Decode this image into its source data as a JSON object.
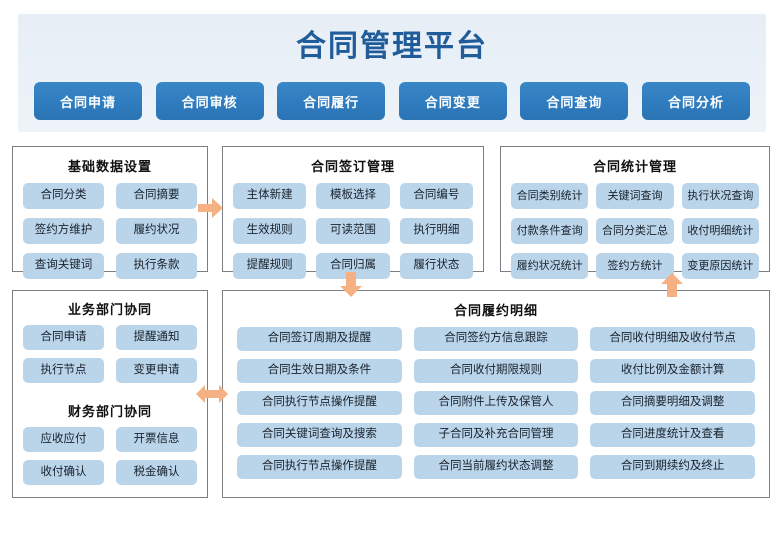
{
  "header": {
    "title": "合同管理平台",
    "nav": [
      {
        "label": "合同申请"
      },
      {
        "label": "合同审核"
      },
      {
        "label": "合同履行"
      },
      {
        "label": "合同变更"
      },
      {
        "label": "合同查询"
      },
      {
        "label": "合同分析"
      }
    ]
  },
  "panels": {
    "base": {
      "title": "基础数据设置",
      "items": [
        "合同分类",
        "合同摘要",
        "签约方维护",
        "履约状况",
        "查询关键词",
        "执行条款"
      ]
    },
    "sign": {
      "title": "合同签订管理",
      "items": [
        "主体新建",
        "模板选择",
        "合同编号",
        "生效规则",
        "可读范围",
        "执行明细",
        "提醒规则",
        "合同归属",
        "履行状态"
      ]
    },
    "stat": {
      "title": "合同统计管理",
      "items": [
        "合同类别统计",
        "关键词查询",
        "执行状况查询",
        "付款条件查询",
        "合同分类汇总",
        "收付明细统计",
        "履约状况统计",
        "签约方统计",
        "变更原因统计"
      ]
    },
    "business": {
      "title": "业务部门协同",
      "items": [
        "合同申请",
        "提醒通知",
        "执行节点",
        "变更申请"
      ]
    },
    "finance": {
      "title": "财务部门协同",
      "items": [
        "应收应付",
        "开票信息",
        "收付确认",
        "税金确认"
      ]
    },
    "detail": {
      "title": "合同履约明细",
      "items": [
        "合同签订周期及提醒",
        "合同签约方信息跟踪",
        "合同收付明细及收付节点",
        "合同生效日期及条件",
        "合同收付期限规则",
        "收付比例及金额计算",
        "合同执行节点操作提醒",
        "合同附件上传及保管人",
        "合同摘要明细及调整",
        "合同关键词查询及搜索",
        "子合同及补充合同管理",
        "合同进度统计及查看",
        "合同执行节点操作提醒",
        "合同当前履约状态调整",
        "合同到期续约及终止"
      ]
    }
  },
  "connectors": [
    {
      "name": "arrow-base-to-sign",
      "direction": "right"
    },
    {
      "name": "arrow-sign-to-detail",
      "direction": "down"
    },
    {
      "name": "arrow-detail-to-stat",
      "direction": "up"
    },
    {
      "name": "arrow-dept-to-detail",
      "direction": "left-right"
    }
  ],
  "colors": {
    "brand_blue": "#2e7cbf",
    "title_blue": "#1f5c99",
    "chip_blue": "#bad4ea",
    "banner_bg": "#e9f0f7",
    "arrow_orange": "#f5b183",
    "panel_border": "#7c7f85"
  }
}
